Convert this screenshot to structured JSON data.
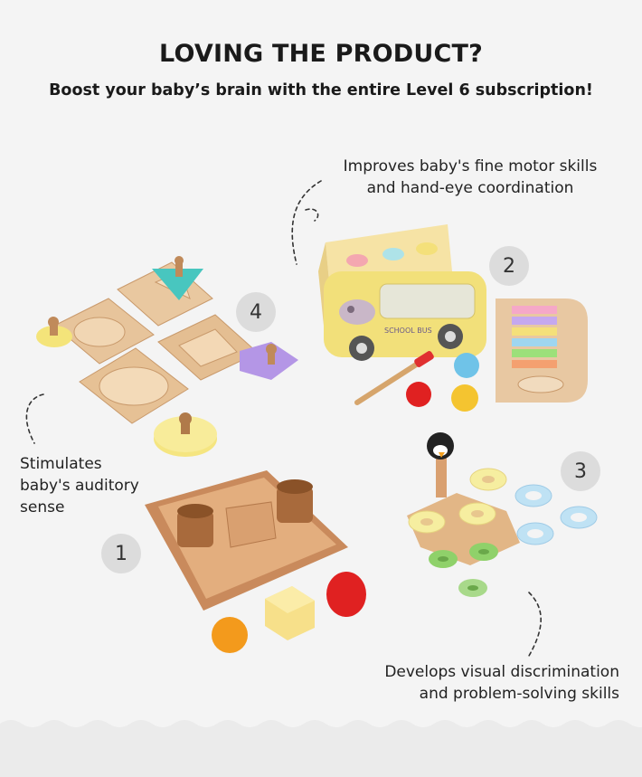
{
  "header": {
    "title": "LOVING THE PRODUCT?",
    "subtitle": "Boost your baby’s brain with the entire Level 6 subscription!"
  },
  "features": [
    {
      "number": "1",
      "caption_lines": [
        "Stimulates",
        "baby's auditory",
        "sense"
      ]
    },
    {
      "number": "2",
      "caption_lines": [
        "Improves baby's fine motor skills",
        "and hand-eye coordination"
      ]
    },
    {
      "number": "3",
      "caption_lines": [
        "Develops visual discrimination",
        "and problem-solving skills"
      ]
    },
    {
      "number": "4",
      "caption_lines": []
    }
  ],
  "toy_labels": {
    "bus_text": "SCHOOL BUS"
  },
  "colors": {
    "background": "#f4f4f4",
    "badge": "#dcdcdc",
    "wood_light": "#e9c8a0",
    "wood_mid": "#d8a877",
    "wood_dark": "#b57a4c",
    "bus_yellow": "#f2e07a",
    "red": "#e02121",
    "yellow": "#f4c430",
    "blue": "#6fc3e8",
    "green": "#8fd16a",
    "purple": "#b496e6"
  }
}
